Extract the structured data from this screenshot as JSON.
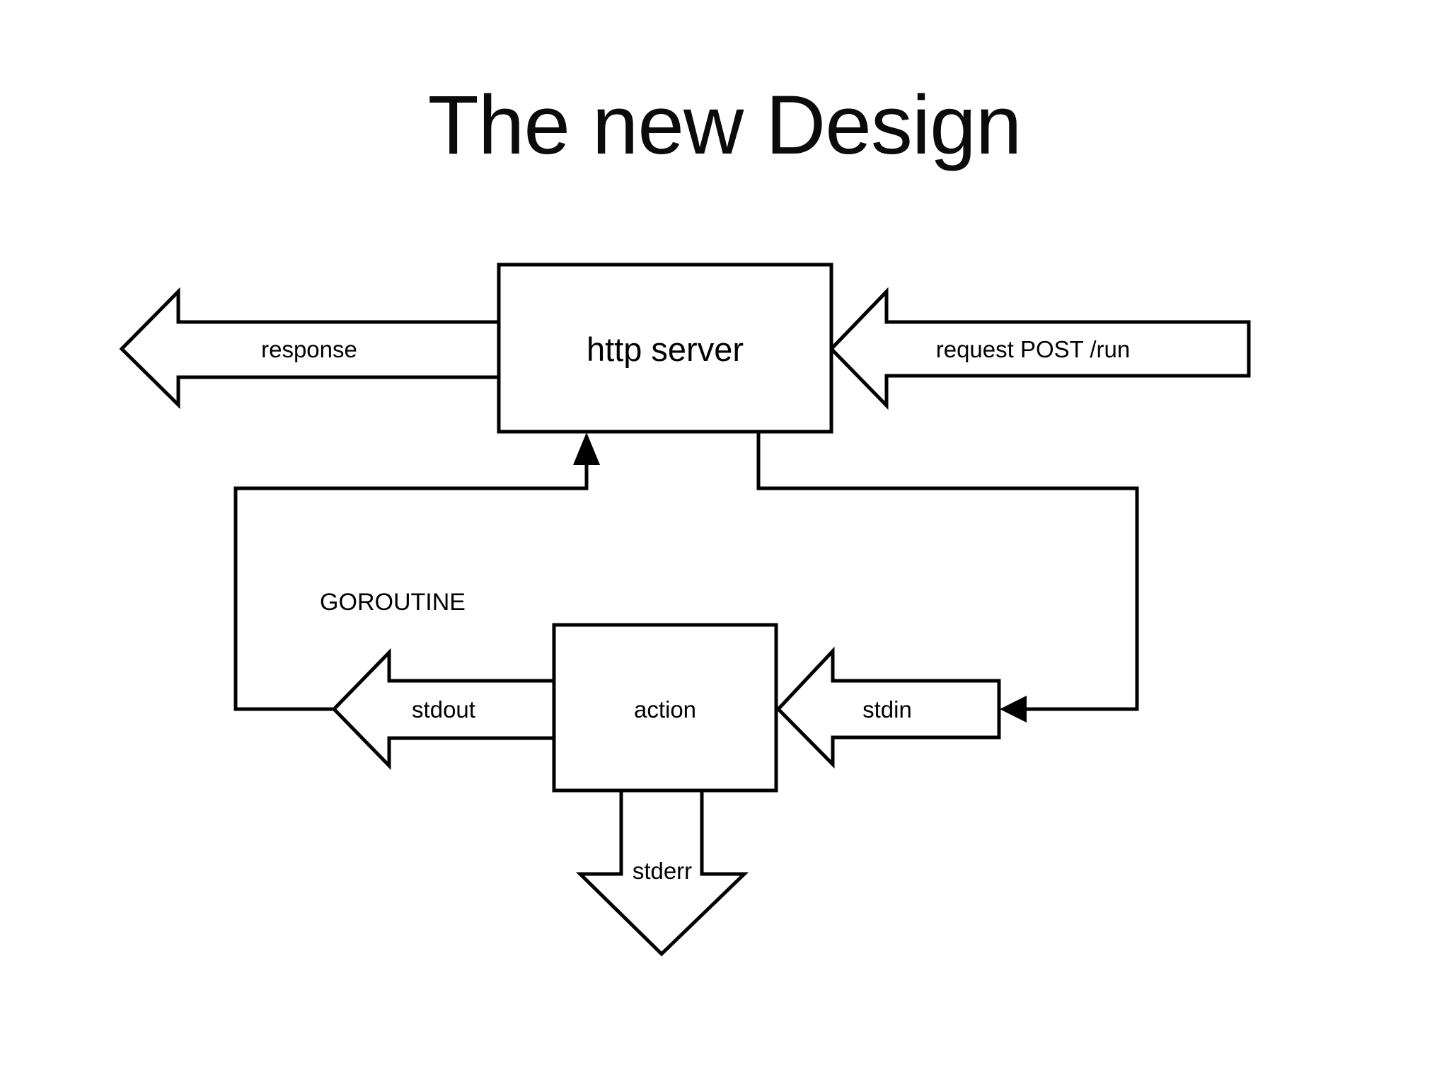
{
  "slide": {
    "title": "The new Design"
  },
  "colors": {
    "background": "#ffffff",
    "line": "#000000",
    "text": "#000000",
    "server_box_fill": "#c9c9c9",
    "action_box_fill": "#ffffff"
  },
  "diagram": {
    "nodes": {
      "http_server": {
        "label": "http server"
      },
      "action": {
        "label": "action"
      }
    },
    "annotations": {
      "goroutine": "GOROUTINE"
    },
    "arrows": {
      "response": {
        "label": "response",
        "direction": "left"
      },
      "request": {
        "label": "request POST /run",
        "direction": "left"
      },
      "stdout": {
        "label": "stdout",
        "direction": "left"
      },
      "stdin": {
        "label": "stdin",
        "direction": "left"
      },
      "stderr": {
        "label": "stderr",
        "direction": "down"
      }
    }
  }
}
